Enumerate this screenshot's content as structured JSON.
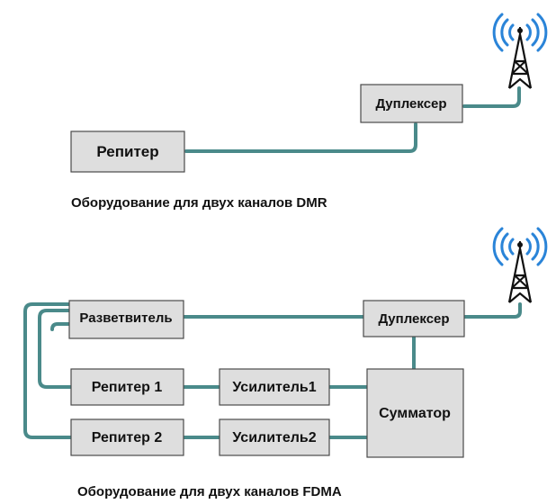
{
  "top": {
    "repeater": "Репитер",
    "duplexer": "Дуплексер",
    "caption": "Оборудование для двух каналов DMR"
  },
  "bottom": {
    "splitter": "Разветвитель",
    "duplexer": "Дуплексер",
    "repeater1": "Репитер 1",
    "repeater2": "Репитер 2",
    "amplifier1": "Усилитель1",
    "amplifier2": "Усилитель2",
    "combiner": "Сумматор",
    "caption": "Оборудование для двух каналов FDMA"
  },
  "icons": {
    "antenna": "antenna-tower-icon",
    "signal": "signal-waves-icon"
  },
  "colors": {
    "wire": "#4a8a8a",
    "box_fill": "#dedede",
    "signal": "#2a84d8"
  }
}
